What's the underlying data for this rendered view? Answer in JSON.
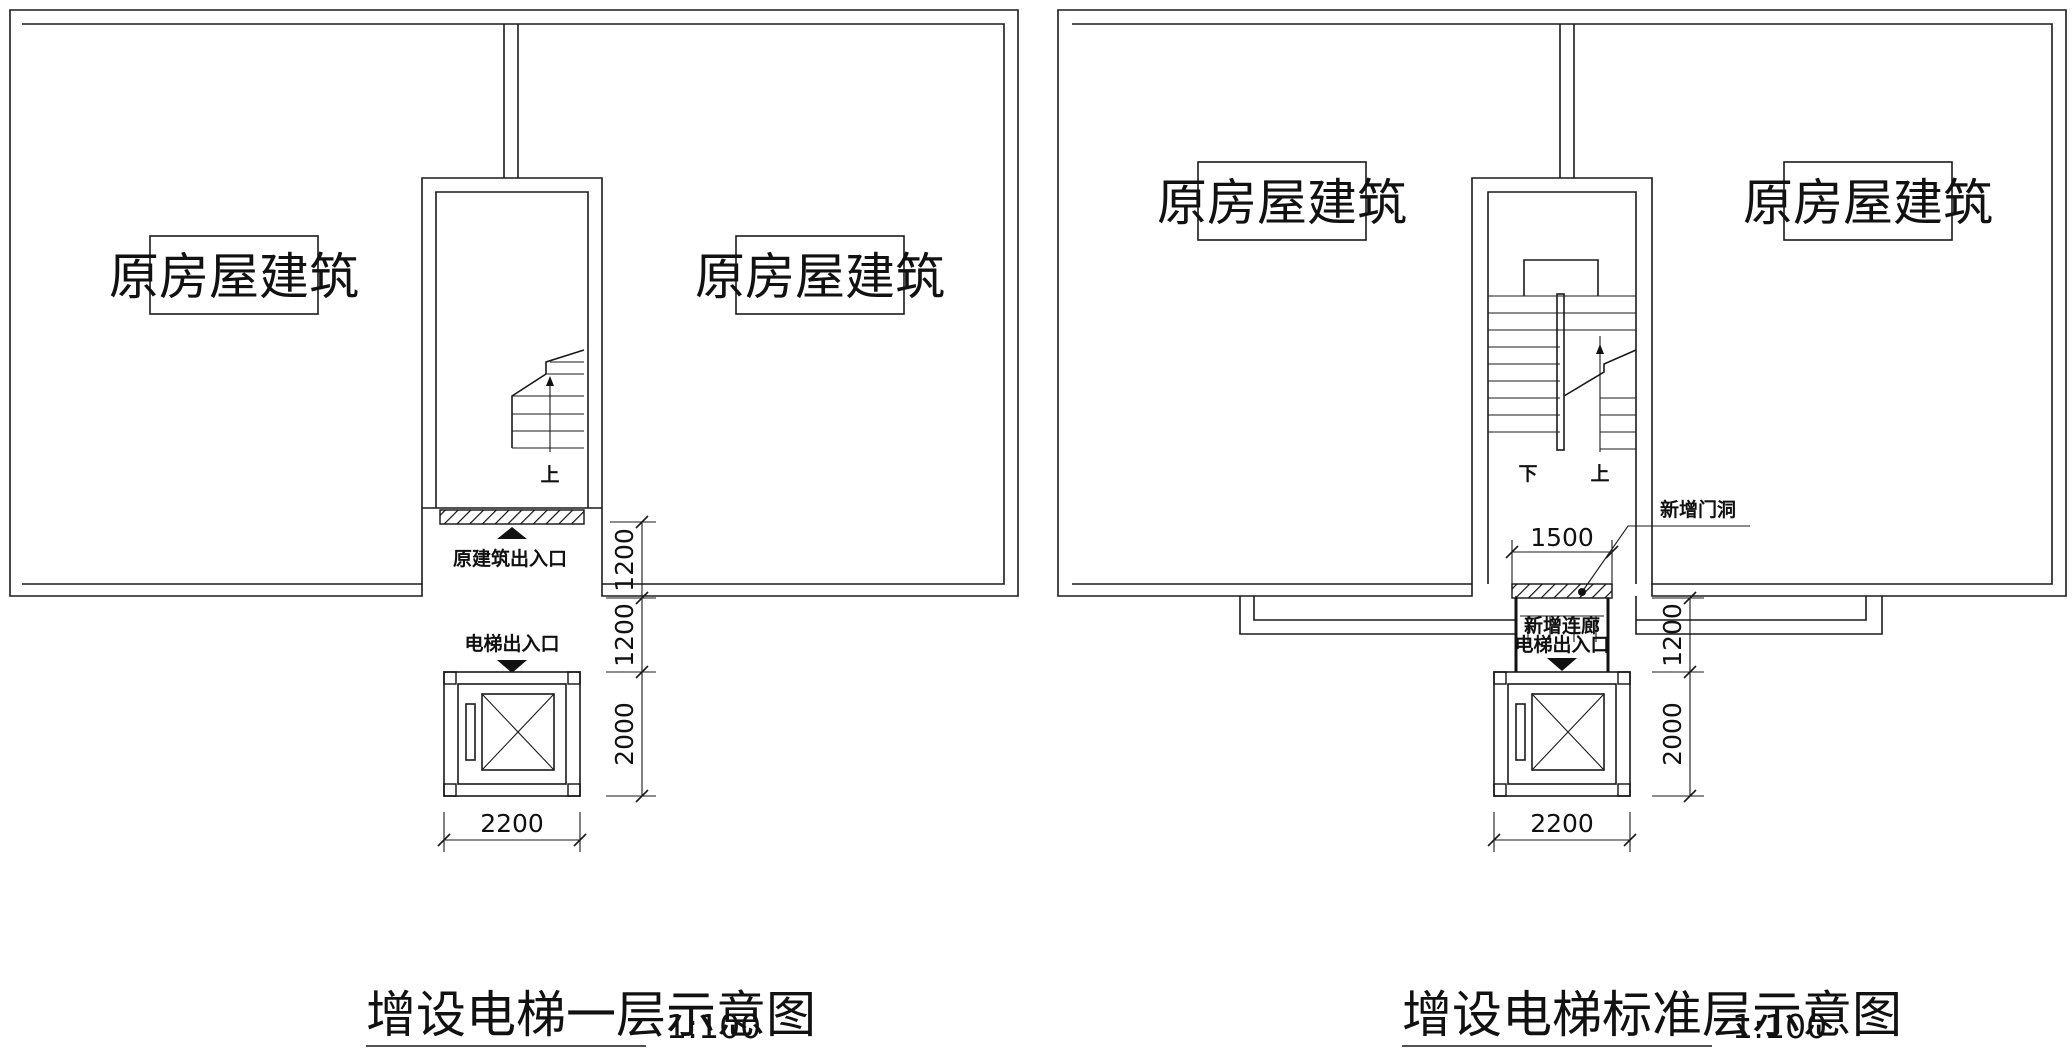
{
  "room_label": "原房屋建筑",
  "plan_ground": {
    "up_label": "上",
    "entrance_original": "原建筑出入口",
    "entrance_elevator": "电梯出入口",
    "dims": {
      "corridor": "1200",
      "gap": "1200",
      "car_depth": "2000",
      "car_width": "2200"
    },
    "title": "增设电梯一层示意图",
    "scale": "1:100"
  },
  "plan_standard": {
    "down_label": "下",
    "up_label": "上",
    "new_door_note": "新增门洞",
    "corridor_note": "新增连廊",
    "entrance_elevator": "电梯出入口",
    "dims": {
      "door_width": "1500",
      "gap": "1200",
      "car_depth": "2000",
      "car_width": "2200"
    },
    "title": "增设电梯标准层示意图",
    "scale": "1:100"
  }
}
